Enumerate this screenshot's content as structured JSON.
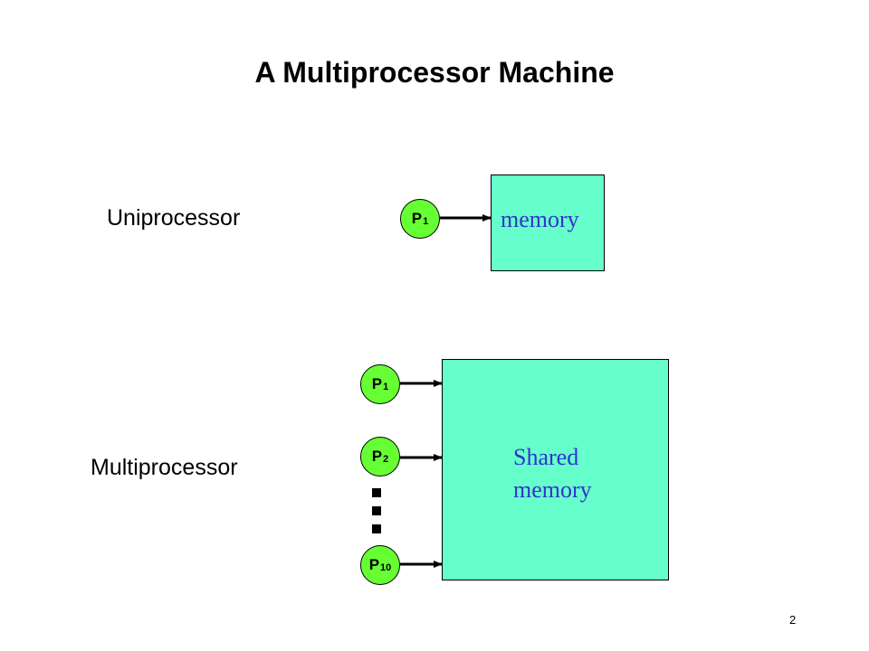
{
  "title": "A Multiprocessor Machine",
  "uniprocessor": {
    "label": "Uniprocessor",
    "processor": {
      "name": "P",
      "index": "1"
    },
    "memory_label": "memory"
  },
  "multiprocessor": {
    "label": "Multiprocessor",
    "processors": [
      {
        "name": "P",
        "index": "1"
      },
      {
        "name": "P",
        "index": "2"
      },
      {
        "name": "P",
        "index": "10"
      }
    ],
    "ellipsis": "⋮",
    "memory_label_line1": "Shared",
    "memory_label_line2": "memory"
  },
  "page_number": "2",
  "colors": {
    "processor_fill": "#66FF33",
    "memory_fill": "#66FFCC",
    "memory_text": "#3333CC"
  }
}
